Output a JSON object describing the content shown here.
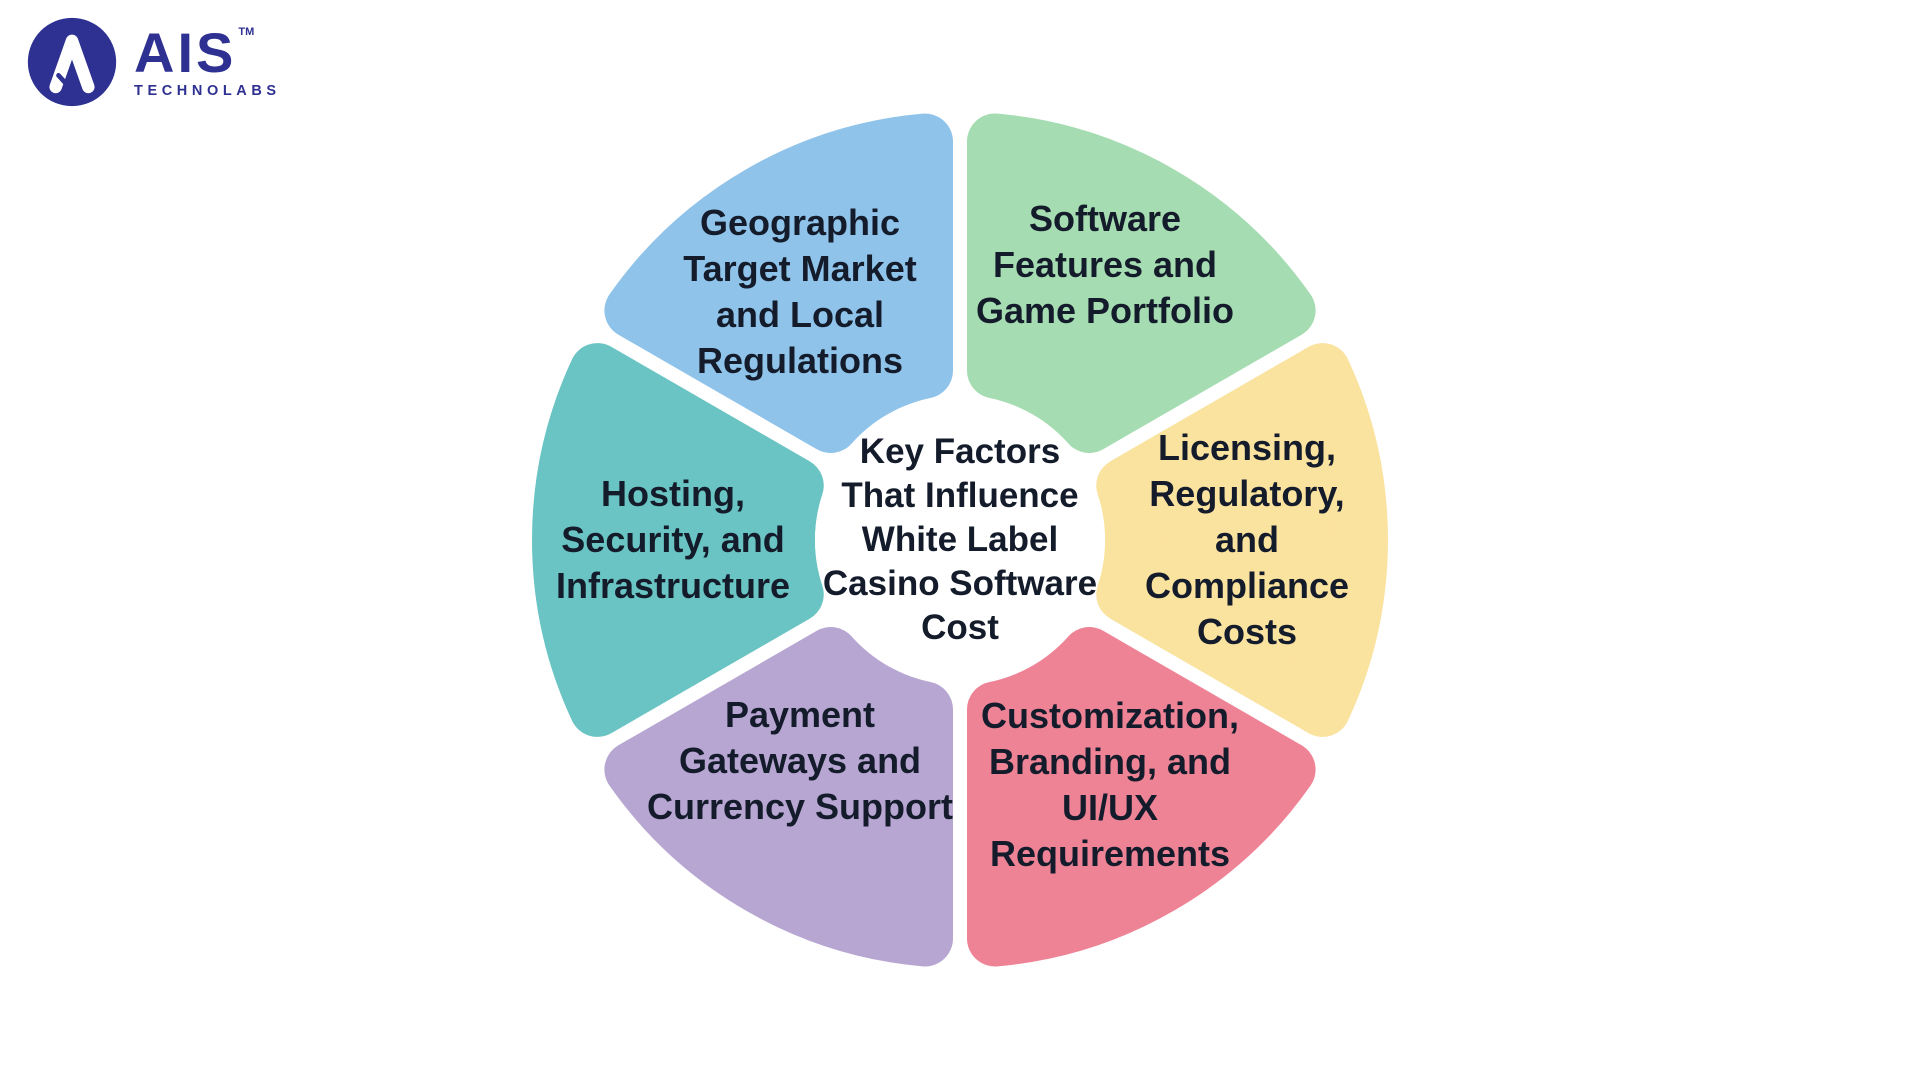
{
  "background": "#ffffff",
  "text_color": "#141c2b",
  "logo": {
    "brand": "AIS",
    "tm": "TM",
    "sub": "TECHNOLABS",
    "color": "#2e3192"
  },
  "center": {
    "lines": [
      "Key Factors",
      "That Influence",
      "White Label",
      "Casino Software",
      "Cost"
    ]
  },
  "segments": [
    {
      "id": "geographic-target-market",
      "label": "Geographic Target Market and Local Regulations",
      "lines": [
        "Geographic",
        "Target Market",
        "and Local",
        "Regulations"
      ],
      "color": "#8FC3EA"
    },
    {
      "id": "software-features",
      "label": "Software Features and Game Portfolio",
      "lines": [
        "Software",
        "Features and",
        "Game Portfolio"
      ],
      "color": "#A5DCB1"
    },
    {
      "id": "licensing-compliance",
      "label": "Licensing, Regulatory, and Compliance Costs",
      "lines": [
        "Licensing,",
        "Regulatory,",
        "and",
        "Compliance",
        "Costs"
      ],
      "color": "#FAE29F"
    },
    {
      "id": "customization-uiux",
      "label": "Customization, Branding, and UI/UX Requirements",
      "lines": [
        "Customization,",
        "Branding, and",
        "UI/UX",
        "Requirements"
      ],
      "color": "#EE8396"
    },
    {
      "id": "payment-gateways",
      "label": "Payment Gateways and Currency Support",
      "lines": [
        "Payment",
        "Gateways and",
        "Currency Support"
      ],
      "color": "#B7A6D2"
    },
    {
      "id": "hosting-infrastructure",
      "label": "Hosting, Security, and Infrastructure",
      "lines": [
        "Hosting,",
        "Security, and",
        "Infrastructure"
      ],
      "color": "#6AC4C3"
    }
  ]
}
